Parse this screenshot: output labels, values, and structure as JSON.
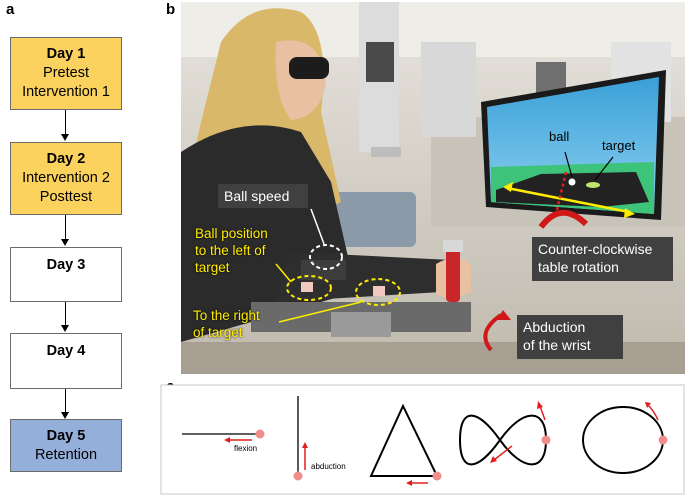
{
  "panels": {
    "a": "a",
    "b": "b",
    "c": "c"
  },
  "days": [
    {
      "title": "Day 1",
      "lines": [
        "Pretest",
        "Intervention 1"
      ],
      "color": "#fbd25e"
    },
    {
      "title": "Day 2",
      "lines": [
        "Intervention 2",
        "Posttest"
      ],
      "color": "#fbd25e"
    },
    {
      "title": "Day 3",
      "lines": [],
      "color": "#ffffff"
    },
    {
      "title": "Day 4",
      "lines": [],
      "color": "#ffffff"
    },
    {
      "title": "Day 5",
      "lines": [
        "Retention"
      ],
      "color": "#95afdb"
    }
  ],
  "photo": {
    "monitor": {
      "ball": "ball",
      "target": "target"
    },
    "callouts": {
      "ball_speed": "Ball speed",
      "counter_clockwise": [
        "Counter-clockwise",
        "table rotation"
      ],
      "abduction": [
        "Abduction",
        "of the wrist"
      ],
      "ball_left": [
        "Ball position",
        "to the left of",
        "target"
      ],
      "ball_right": [
        "To the right",
        "of target"
      ]
    }
  },
  "movements": {
    "flexion": "flexion",
    "abduction": "abduction"
  },
  "colors": {
    "accent_red": "#e02020",
    "marker": "#f08d8d",
    "yellow": "#ffec00"
  }
}
